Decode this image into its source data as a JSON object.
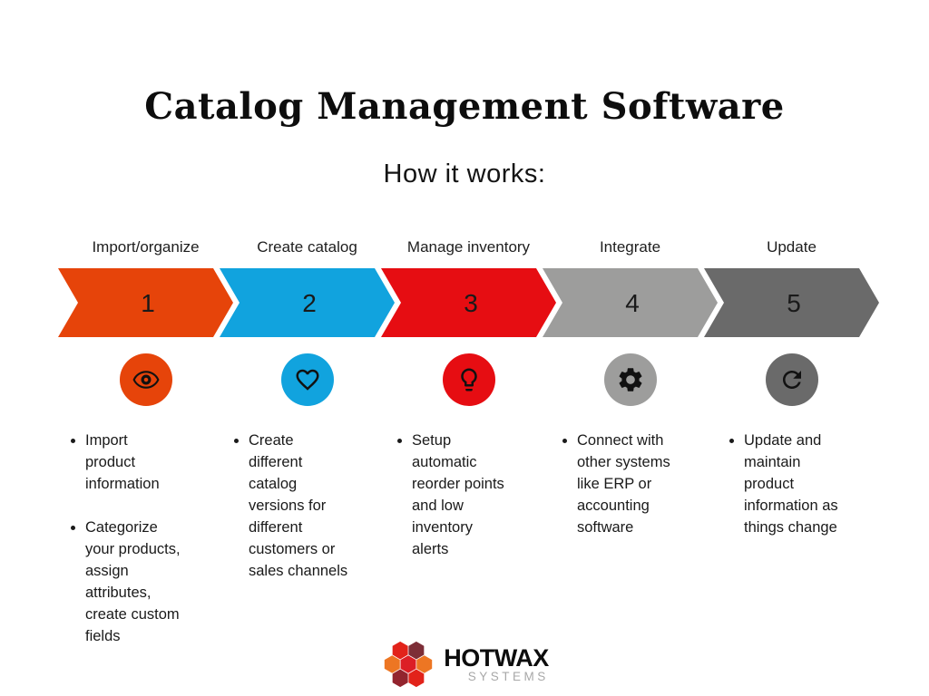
{
  "header": {
    "title": "Catalog Management Software",
    "subtitle": "How it works:"
  },
  "steps": [
    {
      "label": "Import/organize",
      "number": "1",
      "color": "#E6440A",
      "icon": "eye-icon",
      "bullets": [
        "Import\nproduct\ninformation",
        "Categorize\nyour products,\nassign\nattributes,\ncreate custom\nfields"
      ]
    },
    {
      "label": "Create catalog",
      "number": "2",
      "color": "#11A3DE",
      "icon": "heart-icon",
      "bullets": [
        "Create\ndifferent\ncatalog\nversions for\ndifferent\ncustomers or\nsales channels"
      ]
    },
    {
      "label": "Manage inventory",
      "number": "3",
      "color": "#E60D12",
      "icon": "lightbulb-icon",
      "bullets": [
        "Setup\nautomatic\nreorder points\nand low\ninventory\nalerts"
      ]
    },
    {
      "label": "Integrate",
      "number": "4",
      "color": "#9D9D9C",
      "icon": "gear-icon",
      "bullets": [
        "Connect with\nother systems\nlike ERP or\naccounting\nsoftware"
      ]
    },
    {
      "label": "Update",
      "number": "5",
      "color": "#6A6A6A",
      "icon": "refresh-icon",
      "bullets": [
        "Update and\nmaintain\nproduct\ninformation as\nthings change"
      ]
    }
  ],
  "logo": {
    "name": "HOTWAX",
    "tagline": "SYSTEMS",
    "hex_colors": [
      "#E2231A",
      "#7D2E37",
      "#ED7623",
      "#DC1F26",
      "#ED7623",
      "#93242E",
      "#E2231A"
    ]
  }
}
